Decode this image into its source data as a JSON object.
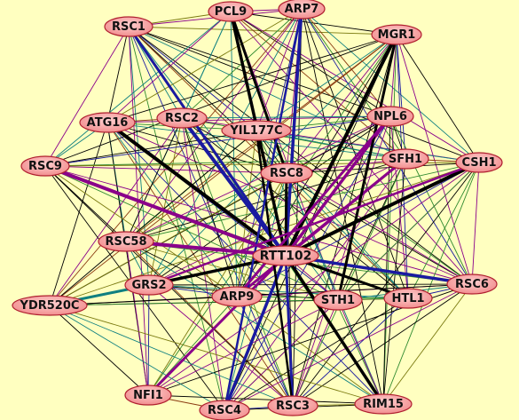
{
  "background": "#ffffc0",
  "node_fill": "#f4a0a0",
  "node_stroke": "#b02030",
  "edge_colors": {
    "black": "#000000",
    "blue": "#1a1aa0",
    "purple": "#8a008a",
    "green": "#2f8a2f",
    "teal": "#108080",
    "olive": "#7a7a10",
    "brown": "#8a3a10"
  },
  "nodes": [
    {
      "id": "RSC1",
      "label": "RSC1"
    },
    {
      "id": "PCL9",
      "label": "PCL9"
    },
    {
      "id": "ARP7",
      "label": "ARP7"
    },
    {
      "id": "MGR1",
      "label": "MGR1"
    },
    {
      "id": "ATG16",
      "label": "ATG16"
    },
    {
      "id": "RSC2",
      "label": "RSC2"
    },
    {
      "id": "YIL177C",
      "label": "YIL177C"
    },
    {
      "id": "NPL6",
      "label": "NPL6"
    },
    {
      "id": "RSC9",
      "label": "RSC9"
    },
    {
      "id": "RSC8",
      "label": "RSC8"
    },
    {
      "id": "SFH1",
      "label": "SFH1"
    },
    {
      "id": "CSH1",
      "label": "CSH1"
    },
    {
      "id": "RSC58",
      "label": "RSC58"
    },
    {
      "id": "RTT102",
      "label": "RTT102"
    },
    {
      "id": "GRS2",
      "label": "GRS2"
    },
    {
      "id": "ARP9",
      "label": "ARP9"
    },
    {
      "id": "STH1",
      "label": "STH1"
    },
    {
      "id": "HTL1",
      "label": "HTL1"
    },
    {
      "id": "RSC6",
      "label": "RSC6"
    },
    {
      "id": "YDR520C",
      "label": "YDR520C"
    },
    {
      "id": "NFI1",
      "label": "NFI1"
    },
    {
      "id": "RSC4",
      "label": "RSC4"
    },
    {
      "id": "RSC3",
      "label": "RSC3"
    },
    {
      "id": "RIM15",
      "label": "RIM15"
    }
  ]
}
